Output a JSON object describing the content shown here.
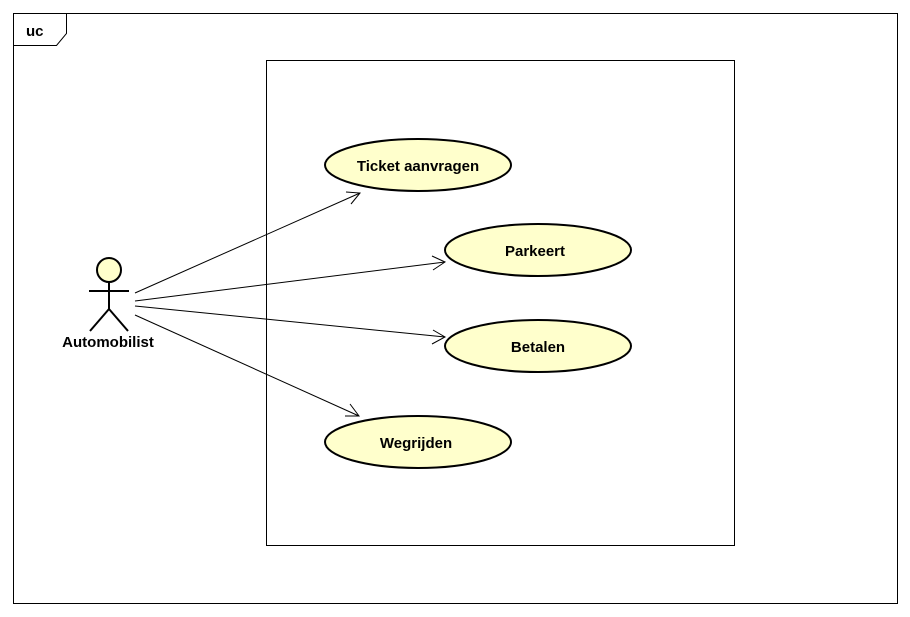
{
  "frame": {
    "label": "uc"
  },
  "actor": {
    "name": "Automobilist"
  },
  "use_cases": [
    {
      "label": "Ticket aanvragen"
    },
    {
      "label": "Parkeert"
    },
    {
      "label": "Betalen"
    },
    {
      "label": "Wegrijden"
    }
  ],
  "associations": [
    {
      "from": "Automobilist",
      "to": "Ticket aanvragen",
      "arrow": "open"
    },
    {
      "from": "Automobilist",
      "to": "Parkeert",
      "arrow": "open"
    },
    {
      "from": "Automobilist",
      "to": "Betalen",
      "arrow": "open"
    },
    {
      "from": "Automobilist",
      "to": "Wegrijden",
      "arrow": "open"
    }
  ],
  "colors": {
    "use_case_fill": "#ffffcc",
    "actor_fill": "#ffffcc",
    "stroke": "#000000",
    "background": "#ffffff"
  }
}
